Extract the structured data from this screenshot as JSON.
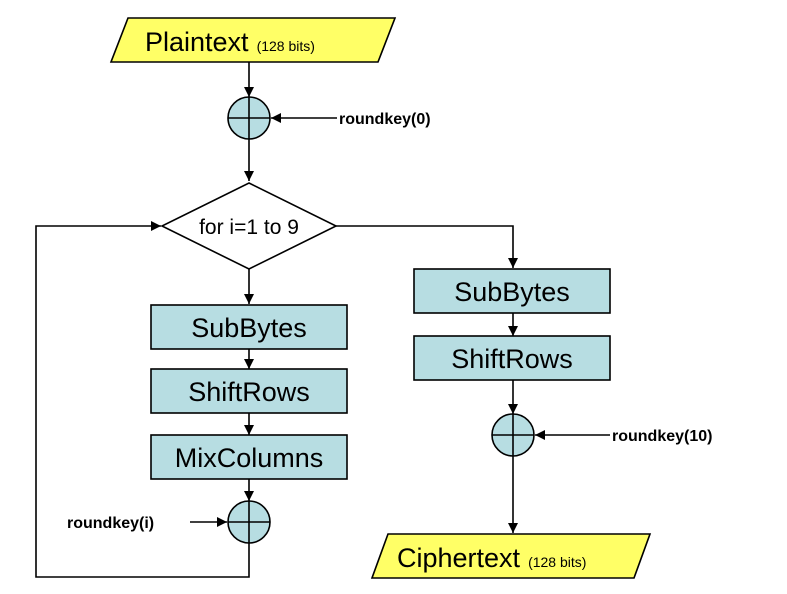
{
  "colors": {
    "io_fill": "#ffff66",
    "step_fill": "#b7dde2",
    "xor_fill": "#b7dde2",
    "decision_fill": "#ffffff",
    "stroke": "#000000"
  },
  "plaintext": {
    "label": "Plaintext",
    "bits": "(128 bits)"
  },
  "ciphertext": {
    "label": "Ciphertext",
    "bits": "(128 bits)"
  },
  "loop": {
    "label": "for i=1 to 9"
  },
  "round_steps": [
    {
      "label": "SubBytes"
    },
    {
      "label": "ShiftRows"
    },
    {
      "label": "MixColumns"
    }
  ],
  "final_steps": [
    {
      "label": "SubBytes"
    },
    {
      "label": "ShiftRows"
    }
  ],
  "roundkeys": {
    "initial": "roundkey(0)",
    "round": "roundkey(i)",
    "final": "roundkey(10)"
  },
  "xor_icon": "circled-plus-icon"
}
